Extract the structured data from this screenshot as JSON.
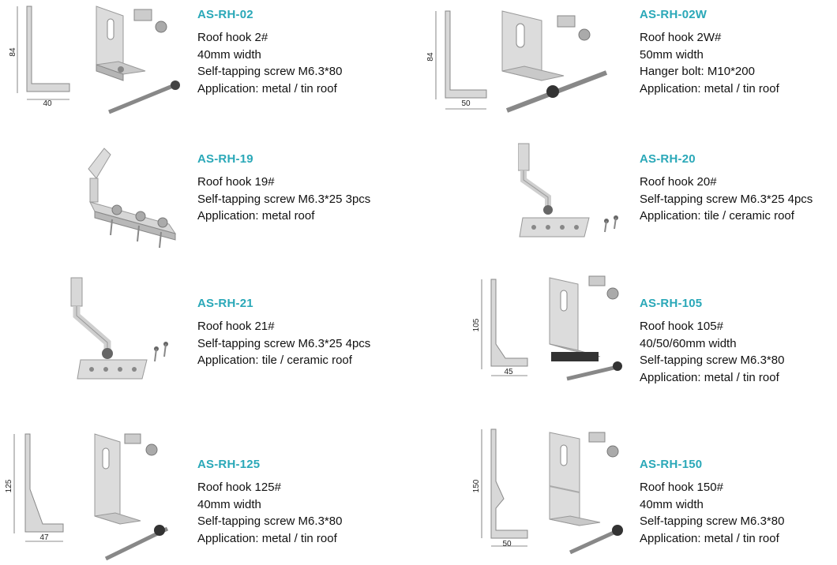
{
  "products": [
    {
      "code": "AS-RH-02",
      "lines": [
        "Roof hook 2#",
        "40mm width",
        "Self-tapping screw M6.3*80",
        "Application: metal / tin roof"
      ],
      "profile": {
        "height": "84",
        "width": "40"
      }
    },
    {
      "code": "AS-RH-02W",
      "lines": [
        "Roof hook 2W#",
        "50mm width",
        "Hanger bolt: M10*200",
        "Application: metal / tin roof"
      ],
      "profile": {
        "height": "84",
        "width": "50"
      }
    },
    {
      "code": "AS-RH-19",
      "lines": [
        "Roof hook 19#",
        "Self-tapping screw M6.3*25 3pcs",
        "Application: metal roof"
      ]
    },
    {
      "code": "AS-RH-20",
      "lines": [
        "Roof hook 20#",
        "Self-tapping screw M6.3*25 4pcs",
        "Application: tile / ceramic roof"
      ]
    },
    {
      "code": "AS-RH-21",
      "lines": [
        "Roof hook 21#",
        "Self-tapping screw M6.3*25 4pcs",
        "Application: tile / ceramic roof"
      ]
    },
    {
      "code": "AS-RH-105",
      "lines": [
        "Roof hook 105#",
        "40/50/60mm width",
        "Self-tapping screw M6.3*80",
        "Application: metal / tin roof"
      ],
      "profile": {
        "height": "105",
        "width": "45"
      }
    },
    {
      "code": "AS-RH-125",
      "lines": [
        "Roof hook 125#",
        "40mm width",
        "Self-tapping screw M6.3*80",
        "Application: metal / tin roof"
      ],
      "profile": {
        "height": "125",
        "width": "47"
      }
    },
    {
      "code": "AS-RH-150",
      "lines": [
        "Roof hook 150#",
        "40mm width",
        "Self-tapping screw M6.3*80",
        "Application: metal / tin roof"
      ],
      "profile": {
        "height": "150",
        "width": "50"
      }
    }
  ]
}
